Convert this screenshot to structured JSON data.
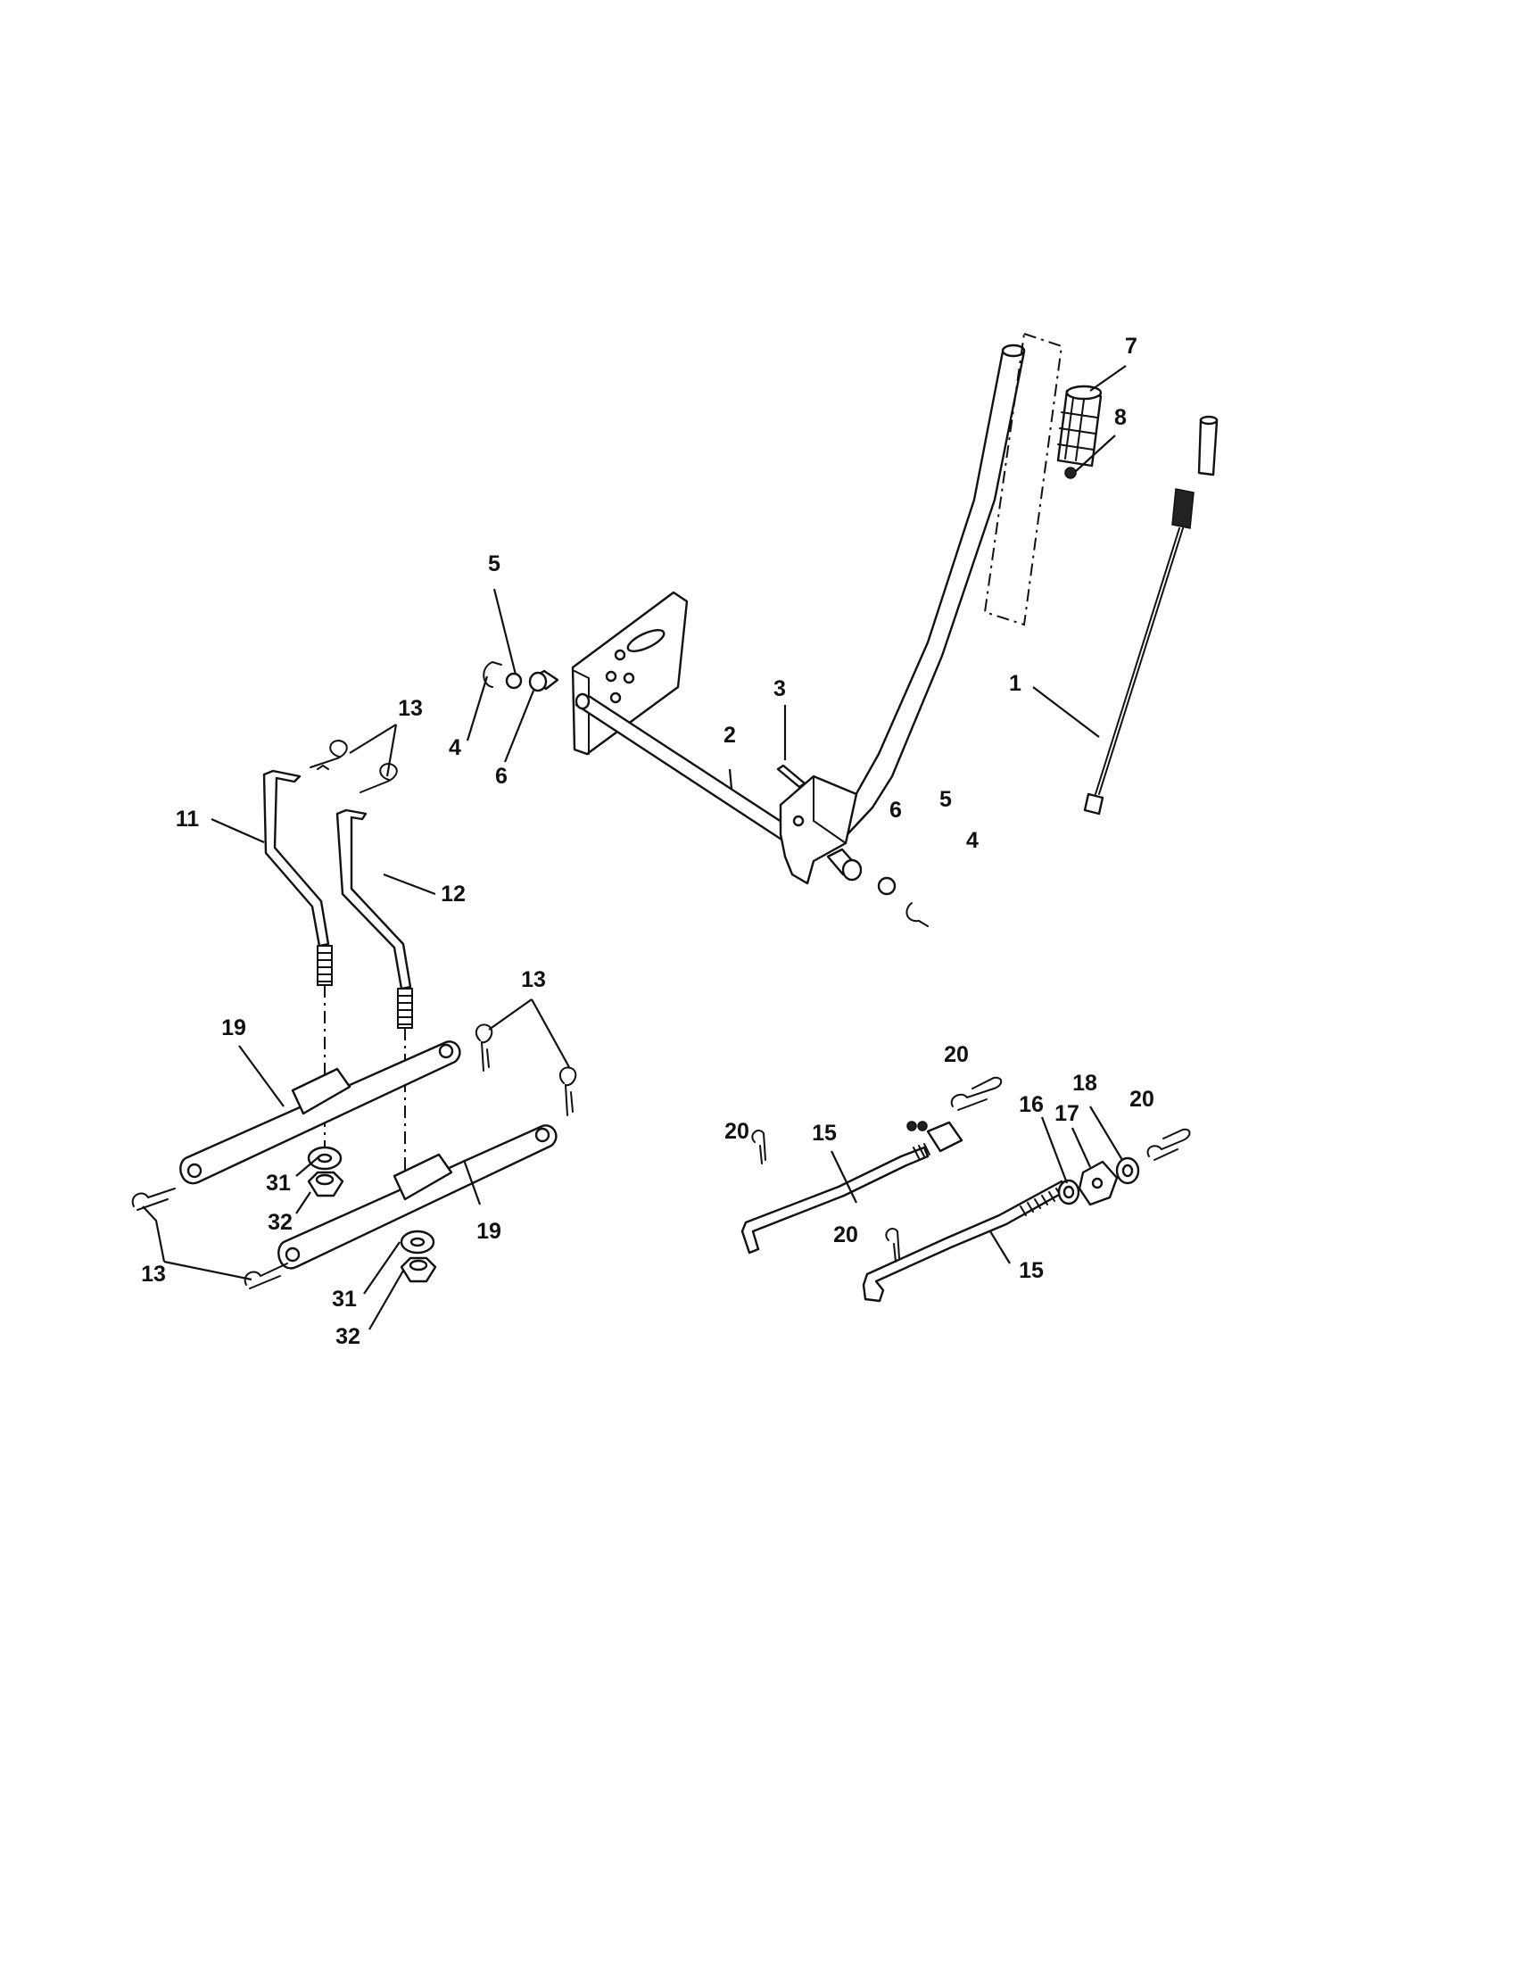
{
  "callouts": {
    "c1": "1",
    "c2": "2",
    "c3": "3",
    "c4a": "4",
    "c4b": "4",
    "c5a": "5",
    "c5b": "5",
    "c6a": "6",
    "c6b": "6",
    "c7": "7",
    "c8": "8",
    "c11": "11",
    "c12": "12",
    "c13a": "13",
    "c13b": "13",
    "c13c": "13",
    "c15a": "15",
    "c15b": "15",
    "c16": "16",
    "c17": "17",
    "c18": "18",
    "c19a": "19",
    "c19b": "19",
    "c20a": "20",
    "c20b": "20",
    "c20c": "20",
    "c20d": "20",
    "c31a": "31",
    "c31b": "31",
    "c32a": "32",
    "c32b": "32"
  }
}
